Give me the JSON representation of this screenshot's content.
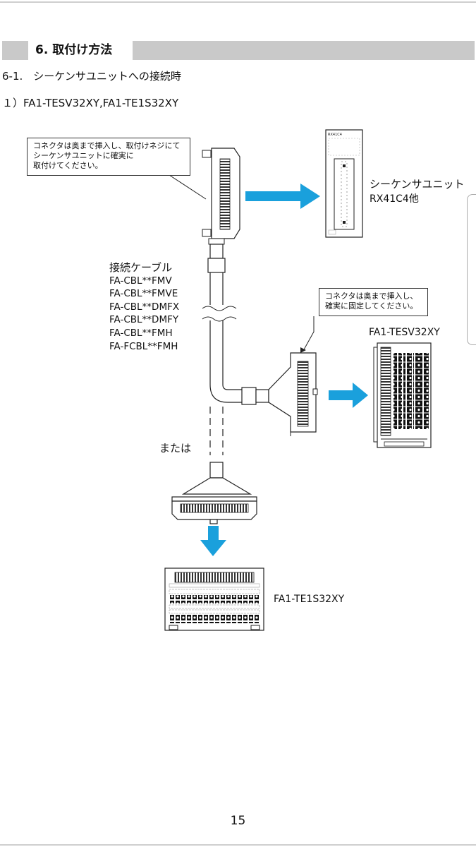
{
  "section": {
    "title": "6. 取付け方法"
  },
  "subsection": {
    "heading": "6-1.　シーケンサユニットへの接続時"
  },
  "item": {
    "heading": "１）FA1-TESV32XY,FA1-TE1S32XY"
  },
  "callouts": {
    "top": {
      "lines": [
        "コネクタは奥まで挿入し、取付けネジにて",
        "シーケンサユニットに確実に",
        "取付けてください。"
      ]
    },
    "middle": {
      "lines": [
        "コネクタは奥まで挿入し、",
        "確実に固定してください。"
      ]
    }
  },
  "plc_unit": {
    "label_line1": "シーケンサユニット",
    "label_line2": "RX41C4他",
    "module_text": "RX41C4"
  },
  "cable": {
    "title": "接続ケーブル",
    "models": [
      "FA-CBL**FMV",
      "FA-CBL**FMVE",
      "FA-CBL**DMFX",
      "FA-CBL**DMFY",
      "FA-CBL**FMH",
      "FA-FCBL**FMH"
    ]
  },
  "alternative_label": "または",
  "terminal_1": {
    "label": "FA1-TESV32XY"
  },
  "terminal_2": {
    "label": "FA1-TE1S32XY"
  },
  "arrow_color": "#1aa0dc",
  "page_number": "15"
}
